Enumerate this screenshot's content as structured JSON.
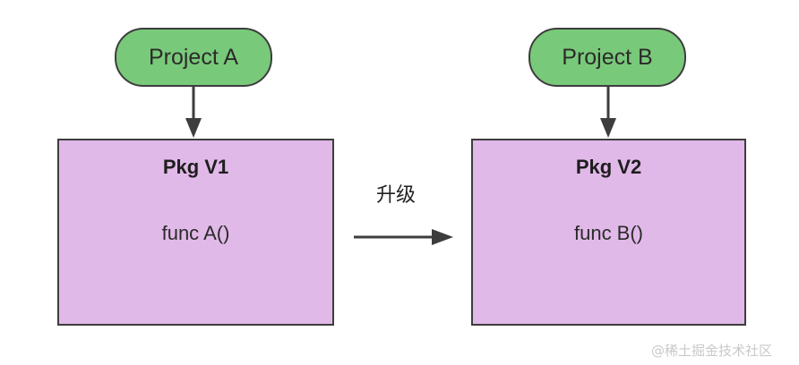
{
  "project_a": {
    "label": "Project A"
  },
  "project_b": {
    "label": "Project B"
  },
  "package_v1": {
    "title": "Pkg V1",
    "func": "func A()"
  },
  "package_v2": {
    "title": "Pkg V2",
    "func": "func B()"
  },
  "upgrade": {
    "label": "升级"
  },
  "watermark": {
    "text": "@稀土掘金技术社区"
  },
  "colors": {
    "project_fill": "#79c97a",
    "package_fill": "#e1b9e8",
    "stroke": "#3d3d3d"
  }
}
